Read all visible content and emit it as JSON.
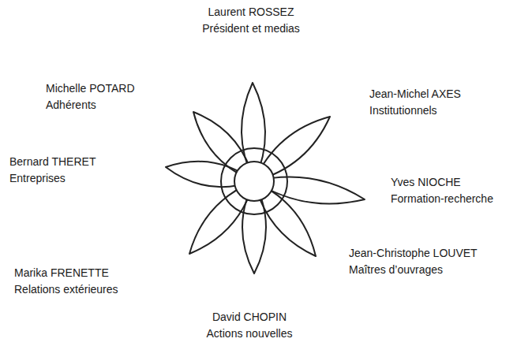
{
  "diagram": {
    "labels": [
      "Laurent ROSSEZ",
      "Président et medias",
      "Jean-Michel AXES",
      "Institutionnels",
      "Yves NIOCHE",
      "Formation-recherche",
      "Jean-Christophe LOUVET",
      "Maîtres d’ouvrages",
      "David CHOPIN",
      "Actions nouvelles",
      "Marika FRENETTE",
      "Relations extérieures",
      "Bernard THERET",
      "Entreprises",
      "Michelle POTARD",
      "Adhérents"
    ]
  }
}
